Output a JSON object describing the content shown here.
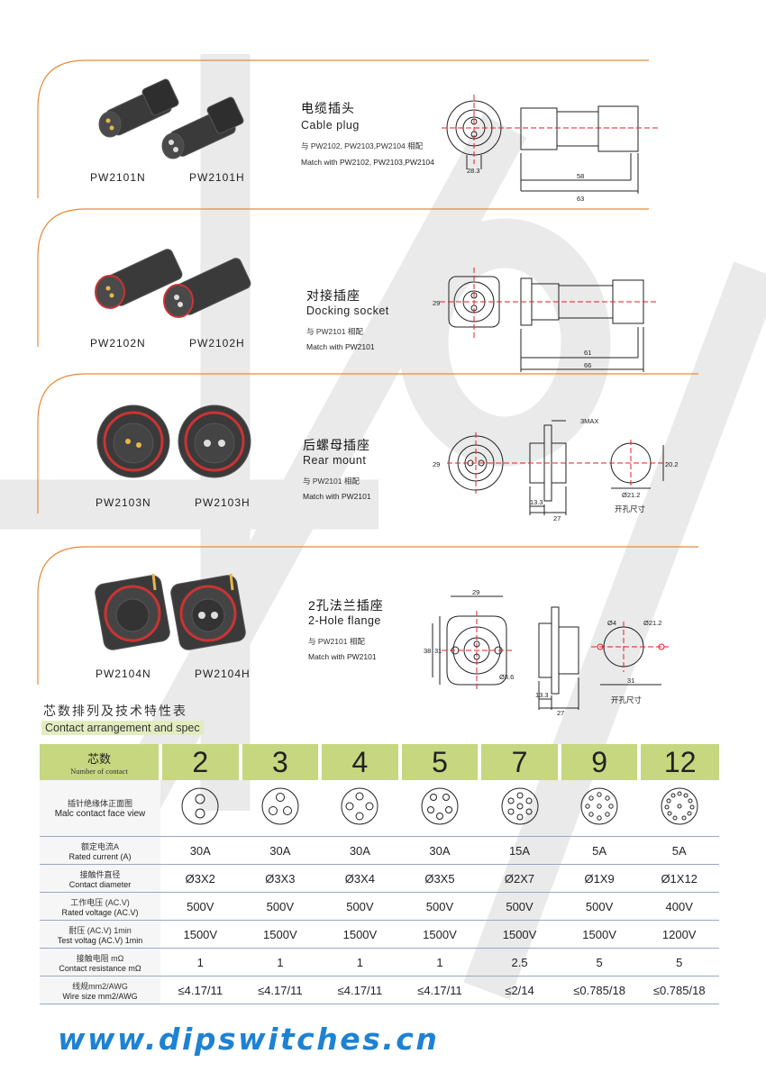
{
  "products": [
    {
      "title_cn": "电缆插头",
      "title_en": "Cable plug",
      "note_cn": "与 PW2102, PW2103,PW2104 相配",
      "note_en": "Match with PW2102, PW2103,PW2104",
      "model_n": "PW2101N",
      "model_h": "PW2101H",
      "dims": [
        "28.3",
        "58",
        "63"
      ]
    },
    {
      "title_cn": "对接插座",
      "title_en": "Docking socket",
      "note_cn": "与 PW2101 相配",
      "note_en": "Match with PW2101",
      "model_n": "PW2102N",
      "model_h": "PW2102H",
      "dims": [
        "29",
        "61",
        "66"
      ]
    },
    {
      "title_cn": "后螺母插座",
      "title_en": "Rear  mount",
      "note_cn": "与 PW2101 相配",
      "note_en": "Match with PW2101",
      "model_n": "PW2103N",
      "model_h": "PW2103H",
      "dims": [
        "29",
        "3MAX",
        "13.3",
        "27",
        "Ø21.2",
        "20.2"
      ],
      "hole_label": "开孔尺寸"
    },
    {
      "title_cn": "2孔法兰插座",
      "title_en": "2-Hole flange",
      "note_cn": "与 PW2101 相配",
      "note_en": "Match with PW2101",
      "model_n": "PW2104N",
      "model_h": "PW2104H",
      "dims": [
        "29",
        "38",
        "31",
        "Ø3.6",
        "13.3",
        "27",
        "Ø4",
        "Ø21.2",
        "31"
      ],
      "hole_label": "开孔尺寸"
    }
  ],
  "spec": {
    "heading_cn": "芯数排列及技术特性表",
    "heading_en": "Contact arrangement and spec",
    "header": {
      "label_cn": "芯数",
      "label_en": "Number of contact",
      "contacts": [
        "2",
        "3",
        "4",
        "5",
        "7",
        "9",
        "12"
      ]
    },
    "face_row": {
      "label_cn": "插针绝缘体正面图",
      "label_en": "Malc contact face view"
    },
    "rows": [
      {
        "label_cn": "额定电流A",
        "label_en": "Rated current (A)",
        "values": [
          "30A",
          "30A",
          "30A",
          "30A",
          "15A",
          "5A",
          "5A"
        ]
      },
      {
        "label_cn": "接触件直径",
        "label_en": "Contact diameter",
        "values": [
          "Ø3X2",
          "Ø3X3",
          "Ø3X4",
          "Ø3X5",
          "Ø2X7",
          "Ø1X9",
          "Ø1X12"
        ]
      },
      {
        "label_cn": "工作电压 (AC.V)",
        "label_en": "Rated voltage (AC.V)",
        "values": [
          "500V",
          "500V",
          "500V",
          "500V",
          "500V",
          "500V",
          "400V"
        ]
      },
      {
        "label_cn": "耐压 (AC.V) 1min",
        "label_en": "Test voltag (AC.V) 1min",
        "values": [
          "1500V",
          "1500V",
          "1500V",
          "1500V",
          "1500V",
          "1500V",
          "1200V"
        ]
      },
      {
        "label_cn": "接触电阻 mΩ",
        "label_en": "Contact resistance mΩ",
        "values": [
          "1",
          "1",
          "1",
          "1",
          "2.5",
          "5",
          "5"
        ]
      },
      {
        "label_cn": "线规mm2/AWG",
        "label_en": "Wire size  mm2/AWG",
        "values": [
          "≤4.17/11",
          "≤4.17/11",
          "≤4.17/11",
          "≤4.17/11",
          "≤2/14",
          "≤0.785/18",
          "≤0.785/18"
        ]
      }
    ]
  },
  "website": "www.dipswitches.cn",
  "colors": {
    "accent_orange": "#e58a3c",
    "header_green": "#c6d77f",
    "site_blue": "#1e82d2",
    "red_line": "#e02020"
  }
}
